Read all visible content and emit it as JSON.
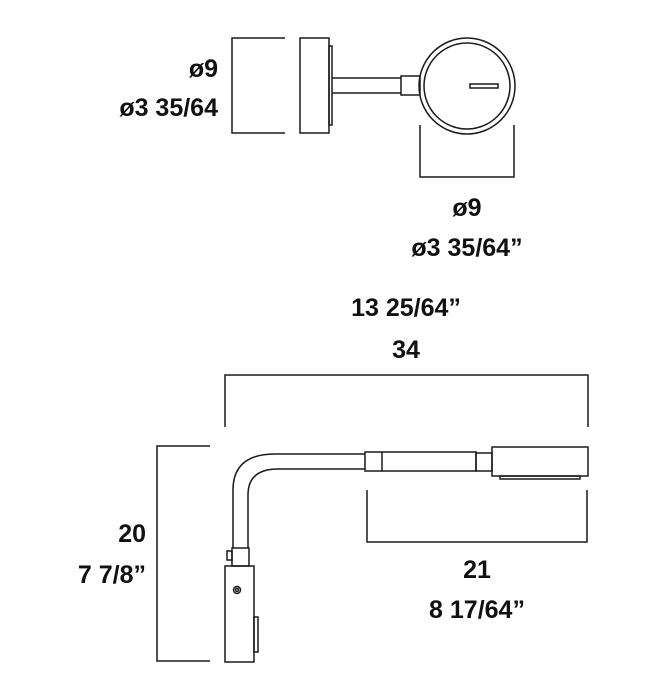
{
  "front_view": {
    "diameter_cm": "ø9",
    "diameter_in": "ø3 35/64"
  },
  "head_view": {
    "diameter_cm": "ø9",
    "diameter_in": "ø3 35/64”"
  },
  "side_view": {
    "width_in": "13 25/64”",
    "width_cm": "34",
    "height_cm": "20",
    "height_in": "7 7/8”",
    "arm_cm": "21",
    "arm_in": "8 17/64”"
  },
  "colors": {
    "line": "#1a1a1a",
    "text": "#111111"
  }
}
